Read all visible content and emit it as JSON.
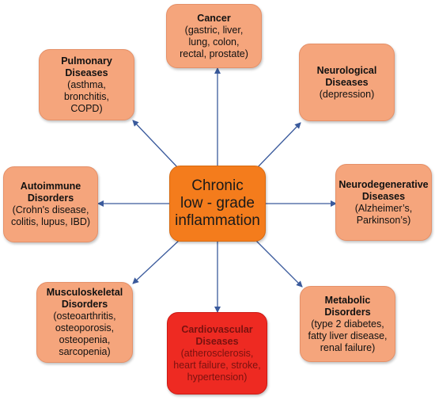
{
  "center": {
    "text": "Chronic\nlow - grade\ninflammation"
  },
  "nodes": {
    "cancer": {
      "title": "Cancer",
      "detail": "(gastric, liver,\nlung, colon,\nrectal, prostate)"
    },
    "pulmonary": {
      "title": "Pulmonary\nDiseases",
      "detail": "(asthma,\nbronchitis,\nCOPD)"
    },
    "neurological": {
      "title": "Neurological\nDiseases",
      "detail": "(depression)"
    },
    "autoimmune": {
      "title": "Autoimmune\nDisorders",
      "detail": "(Crohn's disease,\ncolitis, lupus, IBD)"
    },
    "neurodegenerative": {
      "title": "Neurodegenerative\nDiseases",
      "detail": "(Alzheimer’s,\nParkinson’s)"
    },
    "musculoskeletal": {
      "title": "Musculoskeletal\nDisorders",
      "detail": "(osteoarthritis,\nosteoporosis,\nosteopenia,\nsarcopenia)"
    },
    "metabolic": {
      "title": "Metabolic\nDisorders",
      "detail": "(type 2 diabetes,\nfatty liver disease,\nrenal failure)"
    },
    "cardiovascular": {
      "title": "Cardiovascular\nDiseases",
      "detail": "(atherosclerosis,\nheart failure, stroke,\nhypertension)"
    }
  },
  "colors": {
    "node_fill": "#f5a57c",
    "center_fill": "#f47c1c",
    "cardio_fill": "#ee2a22",
    "arrow": "#3a5a9c"
  }
}
